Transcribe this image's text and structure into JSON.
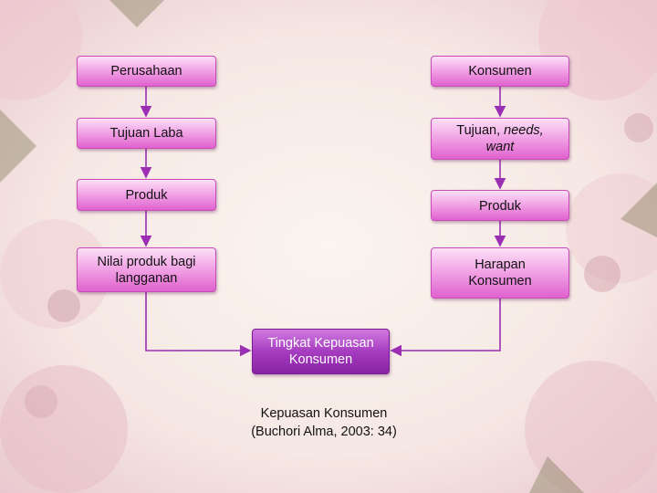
{
  "left_column": {
    "perusahaan": "Perusahaan",
    "tujuan_laba": "Tujuan Laba",
    "produk": "Produk",
    "nilai_line1": "Nilai produk bagi",
    "nilai_line2": "langganan"
  },
  "right_column": {
    "konsumen": "Konsumen",
    "tujuan_part1": "Tujuan, ",
    "tujuan_part2": "needs,",
    "tujuan_part3": "want",
    "produk": "Produk",
    "harapan_line1": "Harapan",
    "harapan_line2": "Konsumen"
  },
  "center": {
    "tingkat_line1": "Tingkat Kepuasan",
    "tingkat_line2": "Konsumen"
  },
  "caption": {
    "line1": "Kepuasan Konsumen",
    "line2": "(Buchori Alma, 2003: 34)"
  },
  "colors": {
    "box_pink": "#e062cf",
    "box_purple": "#8a24a6",
    "connector": "#9b2fb4"
  }
}
